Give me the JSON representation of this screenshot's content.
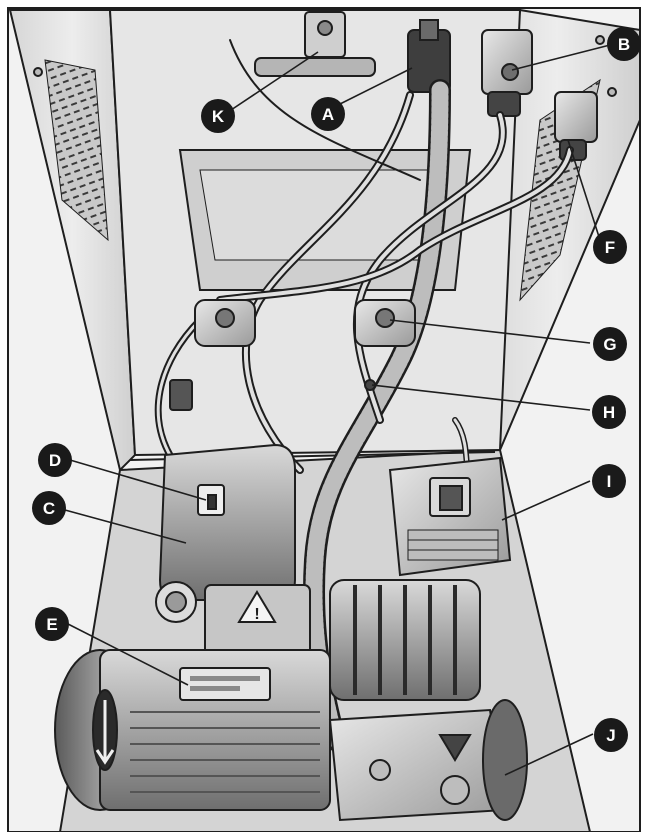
{
  "callouts": [
    {
      "id": "a",
      "letter": "A"
    },
    {
      "id": "b",
      "letter": "B"
    },
    {
      "id": "c",
      "letter": "C"
    },
    {
      "id": "d",
      "letter": "D"
    },
    {
      "id": "e",
      "letter": "E"
    },
    {
      "id": "f",
      "letter": "F"
    },
    {
      "id": "g",
      "letter": "G"
    },
    {
      "id": "h",
      "letter": "H"
    },
    {
      "id": "i",
      "letter": "I"
    },
    {
      "id": "j",
      "letter": "J"
    },
    {
      "id": "k",
      "letter": "K"
    }
  ],
  "colors": {
    "callout_fill": "#1a1a1a",
    "callout_text": "#ffffff",
    "metal_light": "#e4e4e4",
    "metal_mid": "#bdbdbd",
    "metal_dark": "#7a7a7a",
    "outline": "#1e1e1e"
  },
  "icons": {
    "warning": "warning-triangle-icon",
    "rotation": "rotation-arrow-icon"
  }
}
